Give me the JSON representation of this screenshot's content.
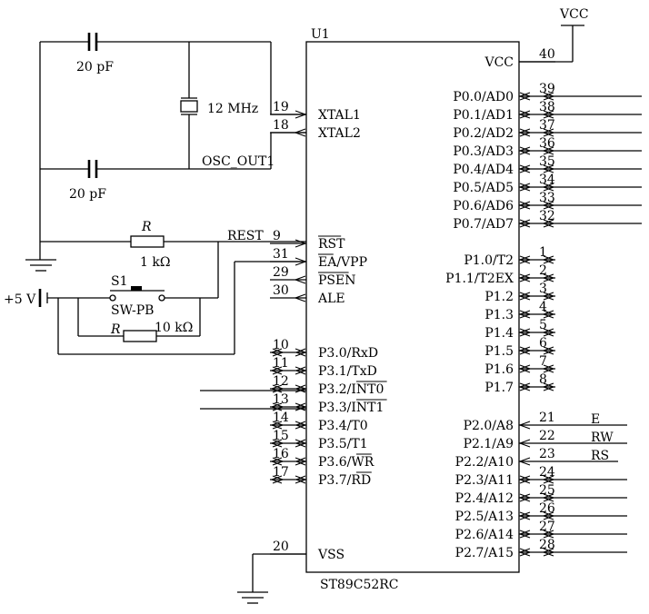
{
  "chip": {
    "ref": "U1",
    "part": "ST89C52RC",
    "left_pins": [
      {
        "num": "19",
        "name": "XTAL1"
      },
      {
        "num": "18",
        "name": "XTAL2"
      },
      {
        "num": "9",
        "name": "RST"
      },
      {
        "num": "31",
        "name": "EA/VPP"
      },
      {
        "num": "29",
        "name": "PSEN"
      },
      {
        "num": "30",
        "name": "ALE"
      },
      {
        "num": "10",
        "name": "P3.0/RxD"
      },
      {
        "num": "11",
        "name": "P3.1/TxD"
      },
      {
        "num": "12",
        "name": "P3.2/INT0"
      },
      {
        "num": "13",
        "name": "P3.3/INT1"
      },
      {
        "num": "14",
        "name": "P3.4/T0"
      },
      {
        "num": "15",
        "name": "P3.5/T1"
      },
      {
        "num": "16",
        "name": "P3.6/WR"
      },
      {
        "num": "17",
        "name": "P3.7/RD"
      },
      {
        "num": "20",
        "name": "VSS"
      }
    ],
    "right_pins": [
      {
        "num": "40",
        "name": "VCC"
      },
      {
        "num": "39",
        "name": "P0.0/AD0"
      },
      {
        "num": "38",
        "name": "P0.1/AD1"
      },
      {
        "num": "37",
        "name": "P0.2/AD2"
      },
      {
        "num": "36",
        "name": "P0.3/AD3"
      },
      {
        "num": "35",
        "name": "P0.4/AD4"
      },
      {
        "num": "34",
        "name": "P0.5/AD5"
      },
      {
        "num": "33",
        "name": "P0.6/AD6"
      },
      {
        "num": "32",
        "name": "P0.7/AD7"
      },
      {
        "num": "1",
        "name": "P1.0/T2"
      },
      {
        "num": "2",
        "name": "P1.1/T2EX"
      },
      {
        "num": "3",
        "name": "P1.2"
      },
      {
        "num": "4",
        "name": "P1.3"
      },
      {
        "num": "5",
        "name": "P1.4"
      },
      {
        "num": "6",
        "name": "P1.5"
      },
      {
        "num": "7",
        "name": "P1.6"
      },
      {
        "num": "8",
        "name": "P1.7"
      },
      {
        "num": "21",
        "name": "P2.0/A8"
      },
      {
        "num": "22",
        "name": "P2.1/A9"
      },
      {
        "num": "23",
        "name": "P2.2/A10"
      },
      {
        "num": "24",
        "name": "P2.3/A11"
      },
      {
        "num": "25",
        "name": "P2.4/A12"
      },
      {
        "num": "26",
        "name": "P2.5/A13"
      },
      {
        "num": "27",
        "name": "P2.6/A14"
      },
      {
        "num": "28",
        "name": "P2.7/A15"
      }
    ]
  },
  "labels": {
    "vcc": "VCC",
    "cap_top": "20 pF",
    "cap_bottom": "20 pF",
    "crystal": "12 MHz",
    "osc_out": "OSC_OUT1",
    "rest": "REST",
    "res1_sym": "R",
    "res1_val": "1 kΩ",
    "res2_sym": "R",
    "res2_val": "10 kΩ",
    "switch_ref": "S1",
    "switch_type": "SW-PB",
    "plus5v": "+5 V",
    "net_e": "E",
    "net_rw": "RW",
    "net_rs": "RS"
  }
}
